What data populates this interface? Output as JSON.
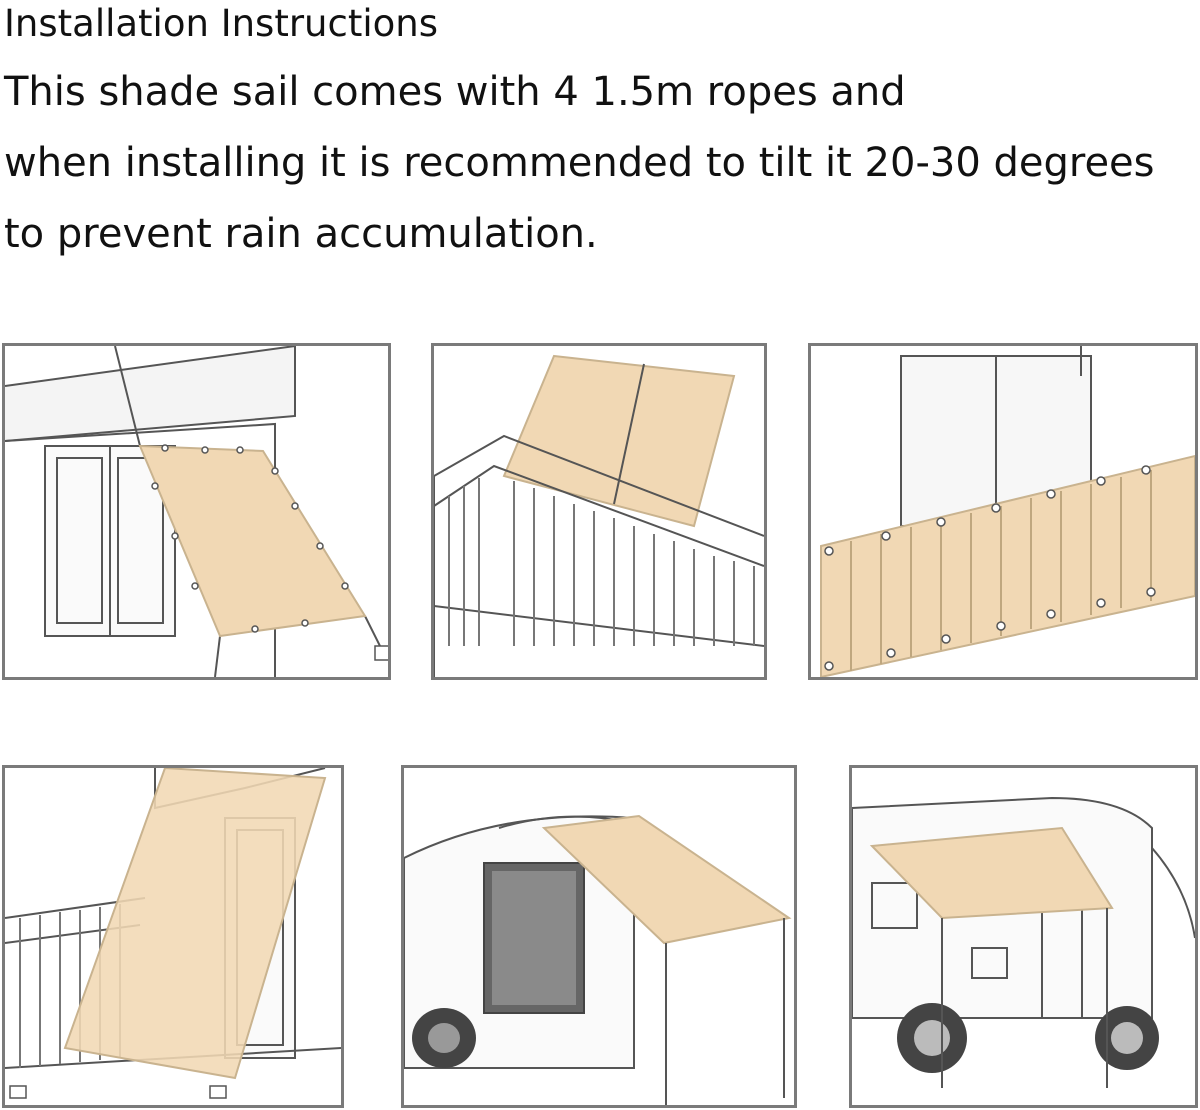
{
  "heading": {
    "title": "Installation Instructions",
    "line1": "This shade sail comes with 4 1.5m ropes and",
    "line2": "when installing it is recommended to tilt it 20-30 degrees",
    "line3": "to prevent rain accumulation."
  },
  "colors": {
    "sail": "#f1d8b4",
    "sail_edge": "#c9b38f",
    "line": "#555555",
    "frame": "#7a7a7a"
  }
}
